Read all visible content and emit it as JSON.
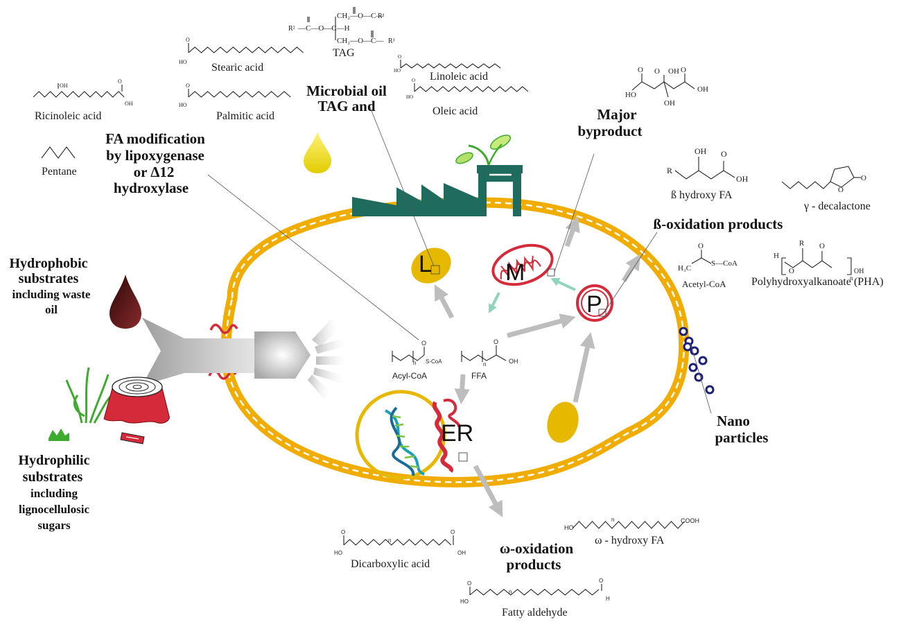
{
  "colors": {
    "cell_membrane": "#f0ad00",
    "organelle_red": "#d42a3a",
    "factory": "#1f6b5e",
    "lipid": "#e6b800",
    "waste_oil": "#5a1212",
    "nanoparticle": "#1b1f7a",
    "dna_blue": "#1aa0b8",
    "plant_green": "#3cab2e",
    "arrow_grey": "#bdbdbd"
  },
  "headings": {
    "microbial_oil_1": "Microbial oil",
    "microbial_oil_2": "TAG and",
    "major_byproduct_1": "Major",
    "major_byproduct_2": "byproduct",
    "fa_mod_1": "FA modification",
    "fa_mod_2": "by lipoxygenase",
    "fa_mod_3": "or  Δ12",
    "fa_mod_4": "hydroxylase",
    "beta_ox": "ß-oxidation products",
    "omega_1": "ω-oxidation",
    "omega_2": "products",
    "nano_1": "Nano",
    "nano_2": "particles",
    "hydrophobic_1": "Hydrophobic",
    "hydrophobic_2": "substrates",
    "hydrophobic_3": "including waste",
    "hydrophobic_4": "oil",
    "hydrophilic_1": "Hydrophilic",
    "hydrophilic_2": "substrates",
    "hydrophilic_3": "including",
    "hydrophilic_4": "lignocellulosic",
    "hydrophilic_5": "sugars"
  },
  "compounds": {
    "tag": "TAG",
    "stearic": "Stearic acid",
    "linoleic": "Linoleic acid",
    "ricinoleic": "Ricinoleic acid",
    "palmitic": "Palmitic acid",
    "oleic": "Oleic acid",
    "pentane": "Pentane",
    "beta_hydroxy_fa": "ß hydroxy FA",
    "decalactone": "γ - decalactone",
    "acetyl_coa": "Acetyl-CoA",
    "pha": "Polyhydroxyalkanoate (PHA)",
    "acyl_coa": "Acyl-CoA",
    "ffa": "FFA",
    "dicarboxylic": "Dicarboxylic acid",
    "omega_hydroxy_fa": "ω - hydroxy FA",
    "fatty_aldehyde": "Fatty aldehyde"
  },
  "organelles": {
    "lipid_body": "L",
    "mitochondrion": "M",
    "peroxisome": "P",
    "er": "ER"
  },
  "structure_labels": {
    "tag_r1": "R¹",
    "tag_r2": "R²",
    "tag_r3": "R³",
    "tag_ch2_top": "CH₂—O—C—",
    "tag_ch2_bottom": "CH₂—O—C—",
    "tag_mid": "—C—O—C—H",
    "oh": "OH",
    "ho": "HO",
    "o": "O",
    "r": "R",
    "h": "H",
    "n": "n",
    "s_coa": "S-CoA",
    "s_coa_dash": "S—CoA",
    "h3c": "H₃C",
    "cooh": "COOH"
  }
}
